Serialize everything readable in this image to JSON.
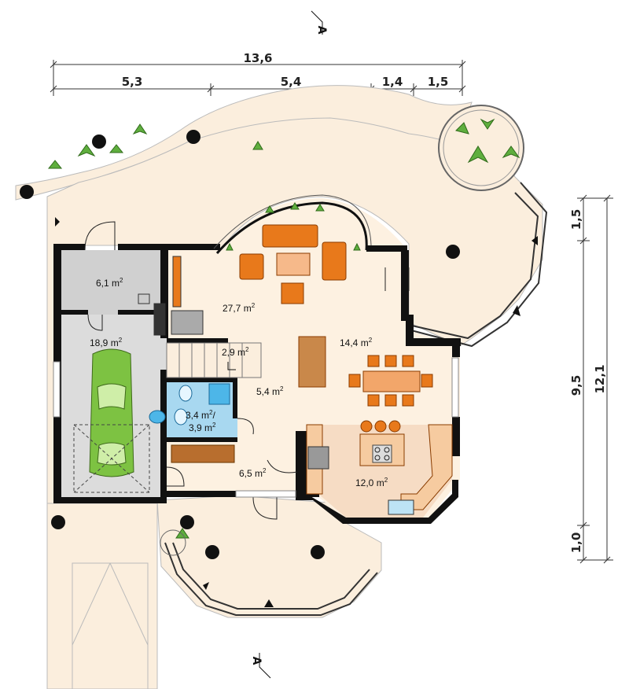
{
  "dimensions": {
    "overall": "13,6",
    "segments": [
      "5,3",
      "5,4",
      "1,4",
      "1,5"
    ],
    "right_inner": [
      "1,5",
      "9,5",
      "1,0"
    ],
    "right_overall": "12,1"
  },
  "section_marks": {
    "top": "A",
    "bottom": "A"
  },
  "rooms": [
    {
      "id": "utility",
      "area": "6,1 m",
      "unit_sup": "2"
    },
    {
      "id": "garage",
      "area": "18,9 m",
      "unit_sup": "2"
    },
    {
      "id": "living",
      "area": "27,7 m",
      "unit_sup": "2"
    },
    {
      "id": "dining",
      "area": "14,4 m",
      "unit_sup": "2"
    },
    {
      "id": "stairs",
      "area": "2,9 m",
      "unit_sup": "2"
    },
    {
      "id": "hall",
      "area": "5,4 m",
      "unit_sup": "2"
    },
    {
      "id": "bathroom",
      "area": "3,4 m",
      "unit_sup": "2",
      "area2": "3,9 m",
      "unit_sup2": "2"
    },
    {
      "id": "vestibule",
      "area": "6,5 m",
      "unit_sup": "2"
    },
    {
      "id": "kitchen",
      "area": "12,0 m",
      "unit_sup": "2"
    }
  ],
  "colors": {
    "terrace": "#fbeedd",
    "floor": "#fdf1e1",
    "garage_floor": "#dcdcdc",
    "wall": "#111111",
    "furniture": "#e8791b",
    "car": "#7dc242",
    "bath_tile": "#a8d8f0",
    "kitchen_tile": "#f6dcc4",
    "plants": "#5fae3e"
  }
}
